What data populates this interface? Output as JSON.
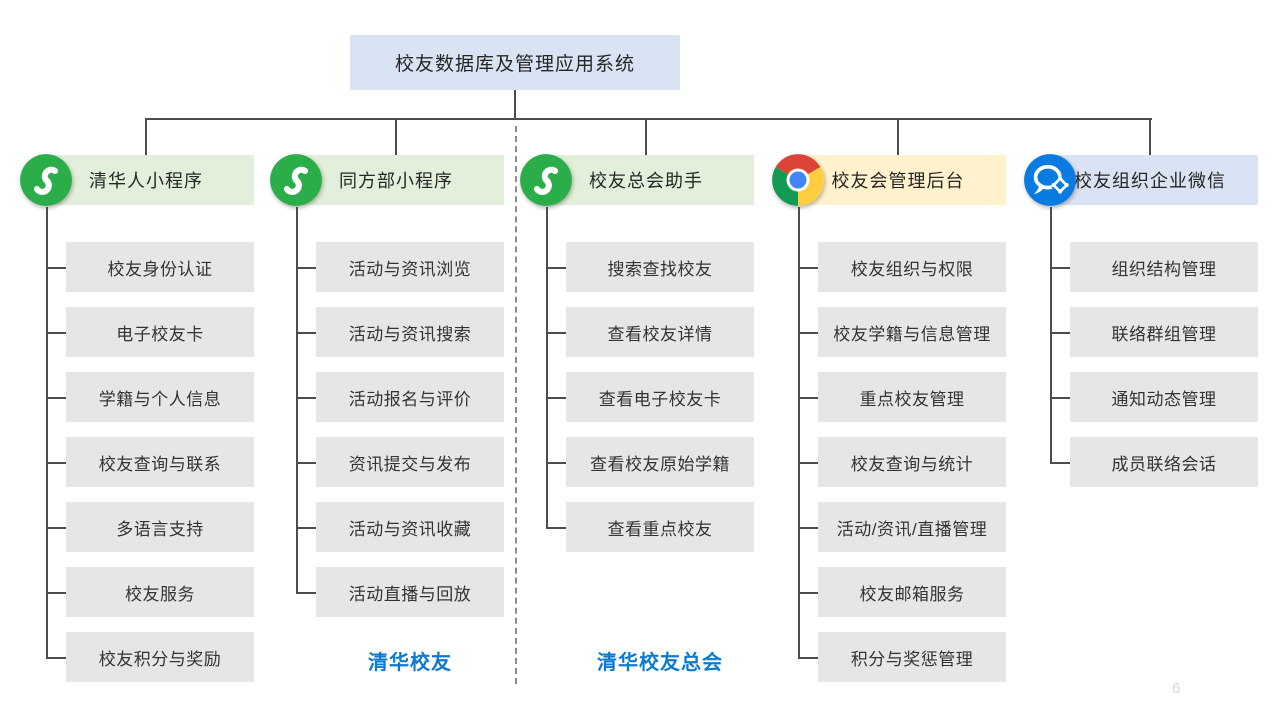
{
  "slide": {
    "title": "校友数据库及管理应用系统",
    "page_number": "6"
  },
  "colors": {
    "title_bg": "#dae3f3",
    "green_header_bg": "#e2efda",
    "yellow_header_bg": "#fff2cc",
    "blue_header_bg": "#dae3f3",
    "item_bg": "#e7e6e6",
    "connector_line": "#4d4d4d",
    "label_blue": "#0d7ad0",
    "miniprogram_green": "#2BAE4A",
    "wecom_blue": "#0A7BE0",
    "chrome_red": "#DB4437",
    "chrome_yellow": "#FFCD40",
    "chrome_green": "#149A53",
    "chrome_blue": "#4285F4"
  },
  "columns": [
    {
      "header": "清华人小程序",
      "icon": "wechat-miniprogram-icon",
      "theme": "green",
      "items": [
        "校友身份认证",
        "电子校友卡",
        "学籍与个人信息",
        "校友查询与联系",
        "多语言支持",
        "校友服务",
        "校友积分与奖励"
      ],
      "footer_label": ""
    },
    {
      "header": "同方部小程序",
      "icon": "wechat-miniprogram-icon",
      "theme": "green",
      "items": [
        "活动与资讯浏览",
        "活动与资讯搜索",
        "活动报名与评价",
        "资讯提交与发布",
        "活动与资讯收藏",
        "活动直播与回放"
      ],
      "footer_label": "清华校友"
    },
    {
      "header": "校友总会助手",
      "icon": "wechat-miniprogram-icon",
      "theme": "green",
      "items": [
        "搜索查找校友",
        "查看校友详情",
        "查看电子校友卡",
        "查看校友原始学籍",
        "查看重点校友"
      ],
      "footer_label": "清华校友总会"
    },
    {
      "header": "校友会管理后台",
      "icon": "chrome-icon",
      "theme": "yellow",
      "items": [
        "校友组织与权限",
        "校友学籍与信息管理",
        "重点校友管理",
        "校友查询与统计",
        "活动/资讯/直播管理",
        "校友邮箱服务",
        "积分与奖惩管理"
      ],
      "footer_label": ""
    },
    {
      "header": "校友组织企业微信",
      "icon": "wecom-icon",
      "theme": "blue",
      "items": [
        "组织结构管理",
        "联络群组管理",
        "通知动态管理",
        "成员联络会话"
      ],
      "footer_label": ""
    }
  ]
}
